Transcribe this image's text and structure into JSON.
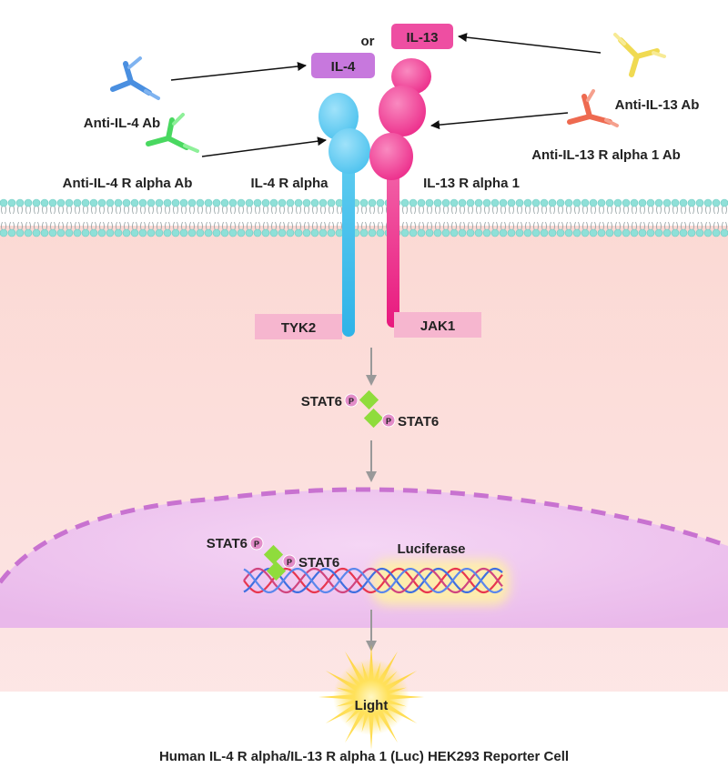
{
  "labels": {
    "or": "or",
    "il4": "IL-4",
    "il13": "IL-13",
    "anti_il4_ab": "Anti-IL-4 Ab",
    "anti_il4r_ab": "Anti-IL-4 R alpha Ab",
    "anti_il13_ab": "Anti-IL-13 Ab",
    "anti_il13r_ab": "Anti-IL-13 R alpha 1 Ab",
    "il4r_alpha": "IL-4 R alpha",
    "il13r_alpha1": "IL-13 R alpha 1",
    "tyk2": "TYK2",
    "jak1": "JAK1",
    "stat6": "STAT6",
    "phospho": "P",
    "luciferase": "Luciferase",
    "light": "Light",
    "footer": "Human IL-4 R alpha/IL-13 R alpha 1 (Luc) HEK293 Reporter Cell"
  },
  "colors": {
    "il4_receptor": "#5ccbf0",
    "il13_receptor": "#f0368f",
    "il4_box": "#c778dd",
    "il13_box": "#ee4ea2",
    "kinase_box": "#f6b6cf",
    "stat6_diamond": "#8fdc3c",
    "phospho_circle": "#e28cc8",
    "anti_il4_ab": "#4a8fe0",
    "anti_il4r_ab": "#49d860",
    "anti_il13_ab": "#f0da52",
    "anti_il13r_ab": "#ee6a50",
    "membrane": "#8fe0d8",
    "cytoplasm": "#fde6e2",
    "nucleus": "#efc2ef",
    "dna_red": "#e8364e",
    "dna_blue": "#3f6fe0",
    "light_glow": "#ffd21a"
  }
}
